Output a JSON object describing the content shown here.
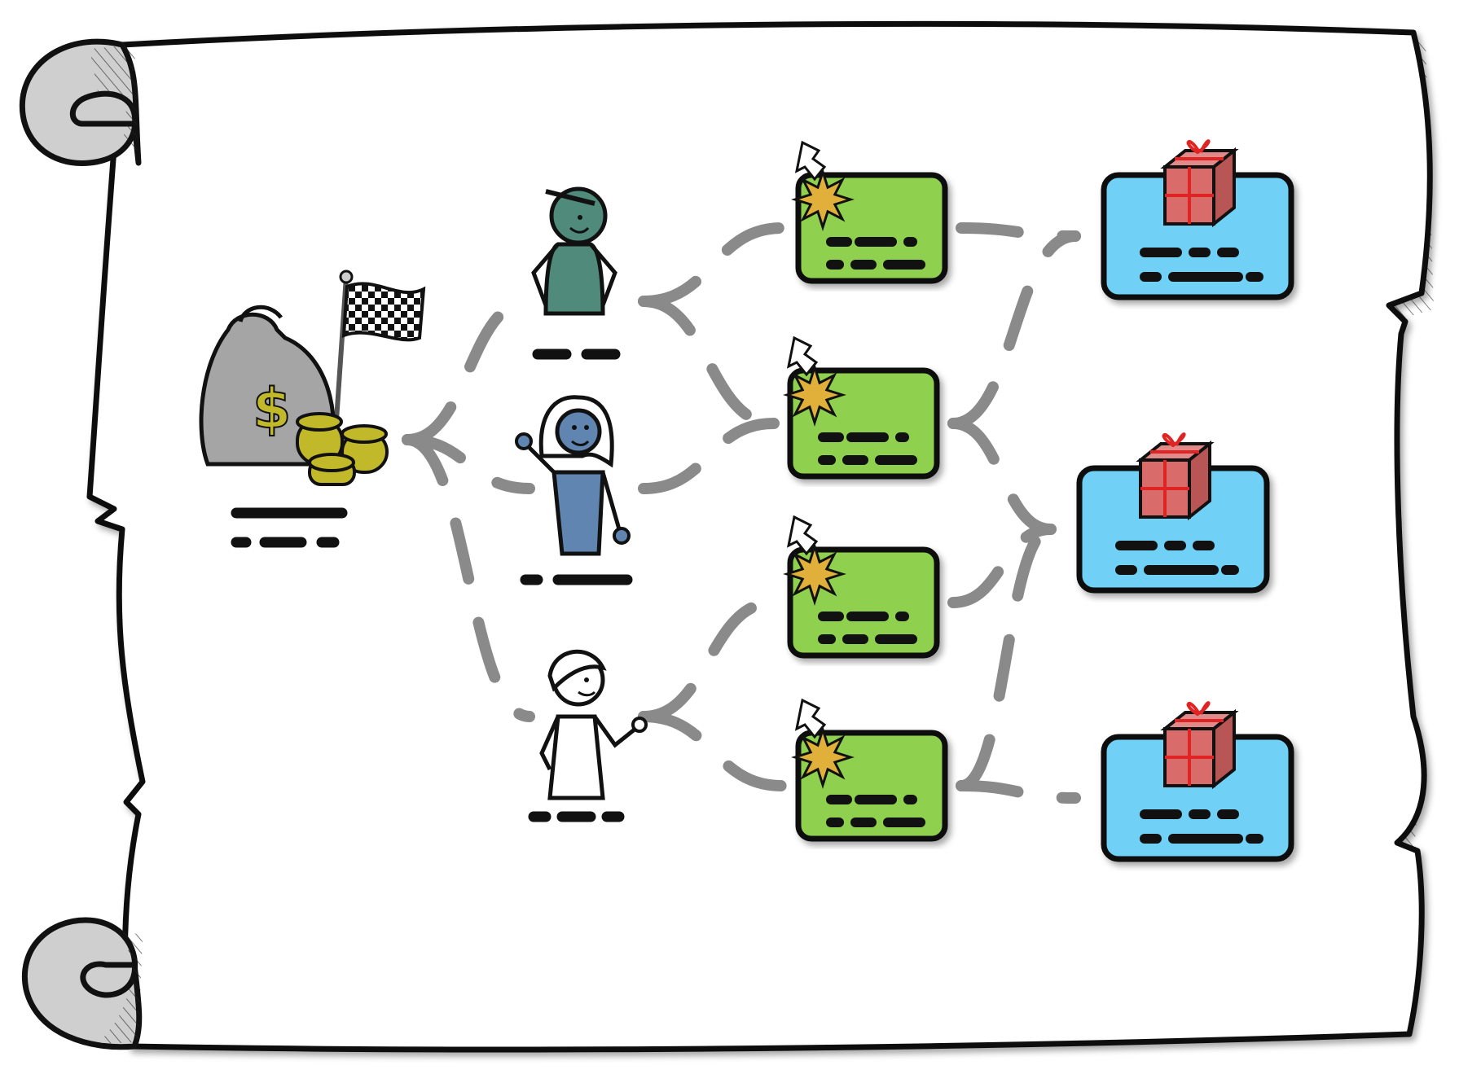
{
  "colors": {
    "outline": "#111111",
    "scroll_paper": "#ffffff",
    "scroll_curl": "#c8c8c8",
    "connector": "#8a8a8a",
    "step_card": "#8fd14f",
    "reward_card": "#6fd0f5",
    "gift_box": "#d96b6b",
    "gift_ribbon": "#e02424",
    "coin": "#c2b92a",
    "money_bag": "#a5a5a5",
    "starburst": "#e0b03a",
    "person_a_shirt": "#4f8a7a",
    "person_b_face": "#5f85b0"
  },
  "diagram": {
    "goal": {
      "icon": "money-bag-flag-icon"
    },
    "people": [
      {
        "id": "person-1",
        "icon": "person-cap-icon"
      },
      {
        "id": "person-2",
        "icon": "person-longhair-icon"
      },
      {
        "id": "person-3",
        "icon": "person-shorthair-icon"
      }
    ],
    "steps": [
      {
        "id": "step-1",
        "icon": "click-starburst-icon"
      },
      {
        "id": "step-2",
        "icon": "click-starburst-icon"
      },
      {
        "id": "step-3",
        "icon": "click-starburst-icon"
      },
      {
        "id": "step-4",
        "icon": "click-starburst-icon"
      }
    ],
    "rewards": [
      {
        "id": "reward-1",
        "icon": "gift-box-icon"
      },
      {
        "id": "reward-2",
        "icon": "gift-box-icon"
      },
      {
        "id": "reward-3",
        "icon": "gift-box-icon"
      }
    ],
    "connections": [
      [
        "goal",
        "person-1"
      ],
      [
        "goal",
        "person-2"
      ],
      [
        "goal",
        "person-3"
      ],
      [
        "person-1",
        "step-1"
      ],
      [
        "person-1",
        "step-2"
      ],
      [
        "person-2",
        "step-2"
      ],
      [
        "person-3",
        "step-3"
      ],
      [
        "person-3",
        "step-4"
      ],
      [
        "step-1",
        "reward-1"
      ],
      [
        "step-2",
        "reward-1"
      ],
      [
        "step-2",
        "reward-2"
      ],
      [
        "step-3",
        "reward-2"
      ],
      [
        "step-4",
        "reward-2"
      ],
      [
        "step-4",
        "reward-3"
      ]
    ]
  }
}
